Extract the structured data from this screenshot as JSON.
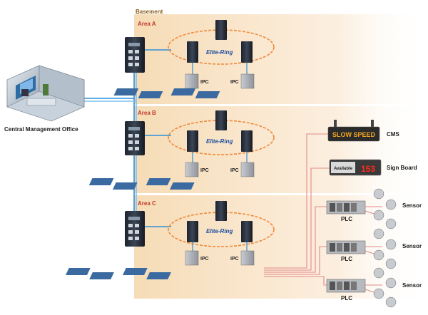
{
  "labels": {
    "basement": "Basement",
    "office": "Central Management Office",
    "areas": [
      "Area A",
      "Area B",
      "Area C"
    ],
    "ring": "Elite-Ring",
    "ipc": "IPC",
    "cms": "CMS",
    "cms_display": "SLOW SPEED",
    "sign_board": "Sign Board",
    "sign_text": "Available",
    "sign_number": "153",
    "plc": "PLC",
    "sensor": "Sensor"
  },
  "colors": {
    "zone_fill": "#fbe9d2",
    "ring": "#f08a3c",
    "fiber": "#2f8fd8",
    "copper": "#e38a8a",
    "area_text": "#c0392b",
    "led_amber": "#f5a623",
    "led_red": "#ff2a1a"
  }
}
